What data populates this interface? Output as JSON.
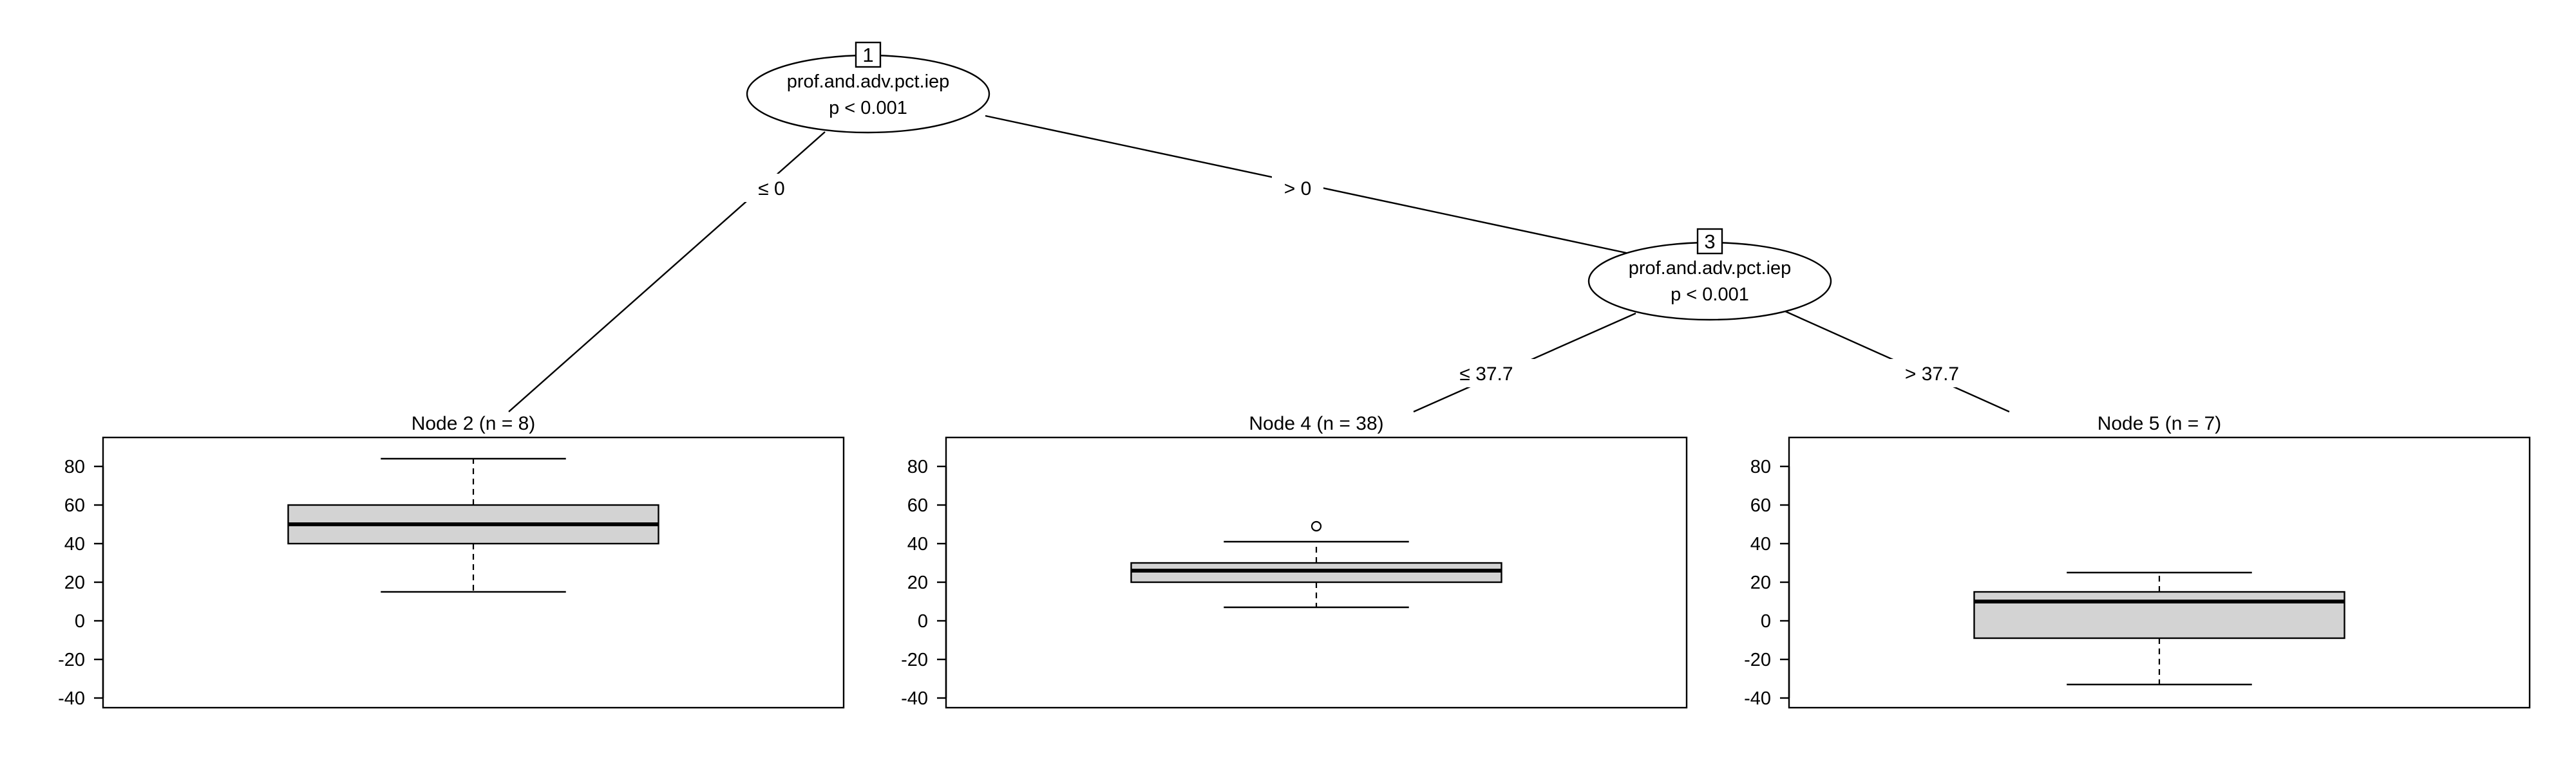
{
  "tree": {
    "inner_nodes": [
      {
        "id": "1",
        "variable": "prof.and.adv.pct.iep",
        "pvalue": "p < 0.001"
      },
      {
        "id": "3",
        "variable": "prof.and.adv.pct.iep",
        "pvalue": "p < 0.001"
      }
    ],
    "edges": [
      {
        "from": "1",
        "to": "2",
        "label": "≤ 0"
      },
      {
        "from": "1",
        "to": "3",
        "label": "> 0"
      },
      {
        "from": "3",
        "to": "4",
        "label": "≤ 37.7"
      },
      {
        "from": "3",
        "to": "5",
        "label": "> 37.7"
      }
    ]
  },
  "chart_data": [
    {
      "type": "boxplot",
      "title": "Node 2 (n = 8)",
      "ylim": [
        -45,
        95
      ],
      "yticks": [
        "80",
        "60",
        "40",
        "20",
        "0",
        "-20",
        "-40"
      ],
      "box": {
        "whisker_low": 15,
        "q1": 40,
        "median": 50,
        "q3": 60,
        "whisker_high": 84,
        "outliers": []
      }
    },
    {
      "type": "boxplot",
      "title": "Node 4 (n = 38)",
      "ylim": [
        -45,
        95
      ],
      "yticks": [
        "80",
        "60",
        "40",
        "20",
        "0",
        "-20",
        "-40"
      ],
      "box": {
        "whisker_low": 7,
        "q1": 20,
        "median": 26,
        "q3": 30,
        "whisker_high": 41,
        "outliers": [
          49
        ]
      }
    },
    {
      "type": "boxplot",
      "title": "Node 5 (n = 7)",
      "ylim": [
        -45,
        95
      ],
      "yticks": [
        "80",
        "60",
        "40",
        "20",
        "0",
        "-20",
        "-40"
      ],
      "box": {
        "whisker_low": -33,
        "q1": -9,
        "median": 10,
        "q3": 15,
        "whisker_high": 25,
        "outliers": []
      }
    }
  ]
}
